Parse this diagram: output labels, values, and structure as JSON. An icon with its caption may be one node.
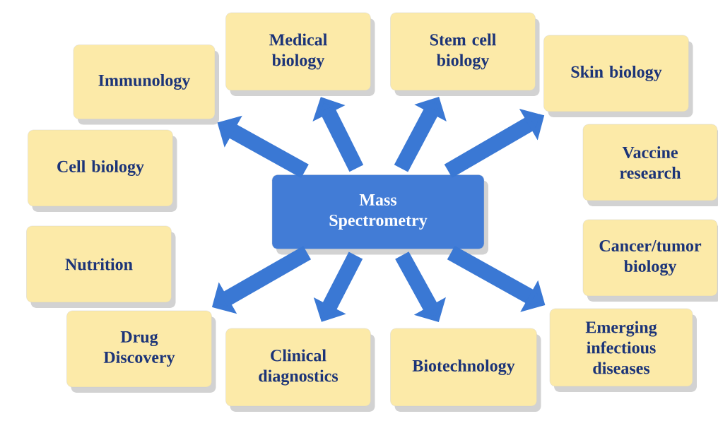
{
  "diagram": {
    "nodes": [
      {
        "text": [
          "Mass Spectrometry"
        ]
      },
      {
        "text": [
          "Immunology"
        ]
      },
      {
        "text": [
          "Medical biology"
        ]
      },
      {
        "text": [
          "Stem cell biology"
        ]
      },
      {
        "text": [
          "Skin biology"
        ]
      },
      {
        "text": [
          "Cell biology"
        ]
      },
      {
        "text": [
          "Vaccine research"
        ]
      },
      {
        "text": [
          "Nutrition"
        ]
      },
      {
        "text": [
          "Cancer/tumor biology"
        ]
      },
      {
        "text": [
          "Drug Discovery"
        ]
      },
      {
        "text": [
          "Clinical diagnostics"
        ]
      },
      {
        "text": [
          "Biotechnology"
        ]
      },
      {
        "text": [
          "Emerging infectious diseases"
        ]
      }
    ],
    "edges": [
      {
        "from": 0,
        "to": 1,
        "arrow": "to"
      },
      {
        "from": 0,
        "to": 2,
        "arrow": "to"
      },
      {
        "from": 0,
        "to": 3,
        "arrow": "to"
      },
      {
        "from": 0,
        "to": 4,
        "arrow": "to"
      },
      {
        "from": 0,
        "to": 12,
        "arrow": "to"
      },
      {
        "from": 0,
        "to": 11,
        "arrow": "to"
      },
      {
        "from": 0,
        "to": 10,
        "arrow": "to"
      },
      {
        "from": 0,
        "to": 9,
        "arrow": "to"
      }
    ]
  }
}
